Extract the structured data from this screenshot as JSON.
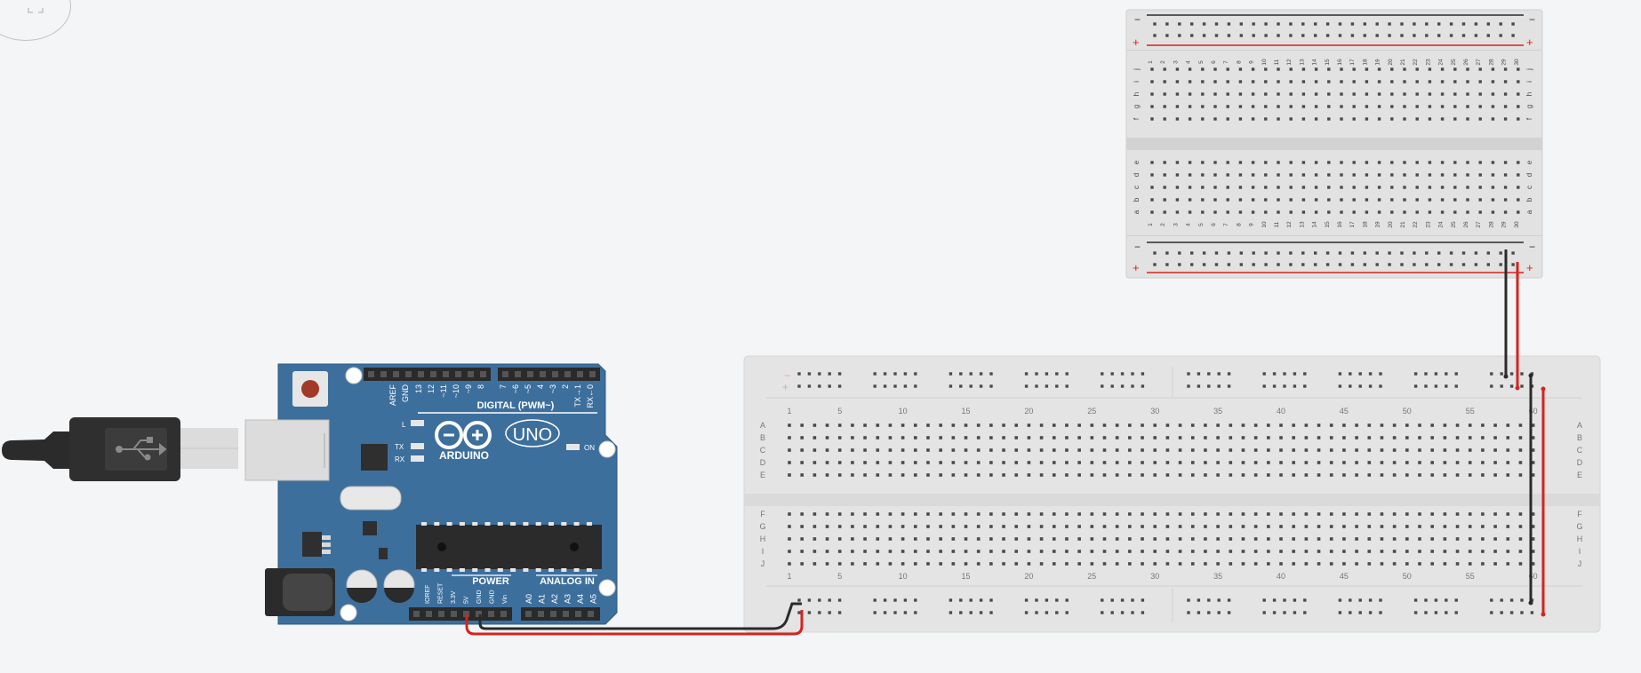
{
  "toolbar": {
    "fit_icon": "fit-view-icon"
  },
  "arduino": {
    "brand": "ARDUINO",
    "model": "UNO",
    "digital_label": "DIGITAL (PWM~)",
    "power_label": "POWER",
    "analog_label": "ANALOG IN",
    "led_l": "L",
    "led_tx": "TX",
    "led_rx": "RX",
    "led_on": "ON",
    "digital_pins": [
      "AREF",
      "GND",
      "13",
      "12",
      "~11",
      "~10",
      "~9",
      "8",
      "7",
      "~6",
      "~5",
      "4",
      "~3",
      "2",
      "TX→1",
      "RX←0"
    ],
    "power_pins": [
      "IOREF",
      "RESET",
      "3.3V",
      "5V",
      "GND",
      "GND",
      "Vin"
    ],
    "analog_pins": [
      "A0",
      "A1",
      "A2",
      "A3",
      "A4",
      "A5"
    ]
  },
  "small_breadboard": {
    "rows_top": [
      "j",
      "i",
      "h",
      "g",
      "f"
    ],
    "rows_bottom": [
      "e",
      "d",
      "c",
      "b",
      "a"
    ],
    "column_count": 30,
    "rail_minus": "−",
    "rail_plus": "+"
  },
  "large_breadboard": {
    "rows_top": [
      "A",
      "B",
      "C",
      "D",
      "E"
    ],
    "rows_bottom": [
      "F",
      "G",
      "H",
      "I",
      "J"
    ],
    "column_labels": [
      "1",
      "5",
      "10",
      "15",
      "20",
      "25",
      "30",
      "35",
      "40",
      "45",
      "50",
      "55",
      "60"
    ],
    "column_count": 60,
    "rail_minus": "−",
    "rail_plus": "+"
  },
  "colors": {
    "background": "#f4f5f6",
    "board_blue": "#3d6f9d",
    "breadboard": "#e4e4e4",
    "wire_red": "#d6231f",
    "wire_black": "#2a2a2a"
  }
}
